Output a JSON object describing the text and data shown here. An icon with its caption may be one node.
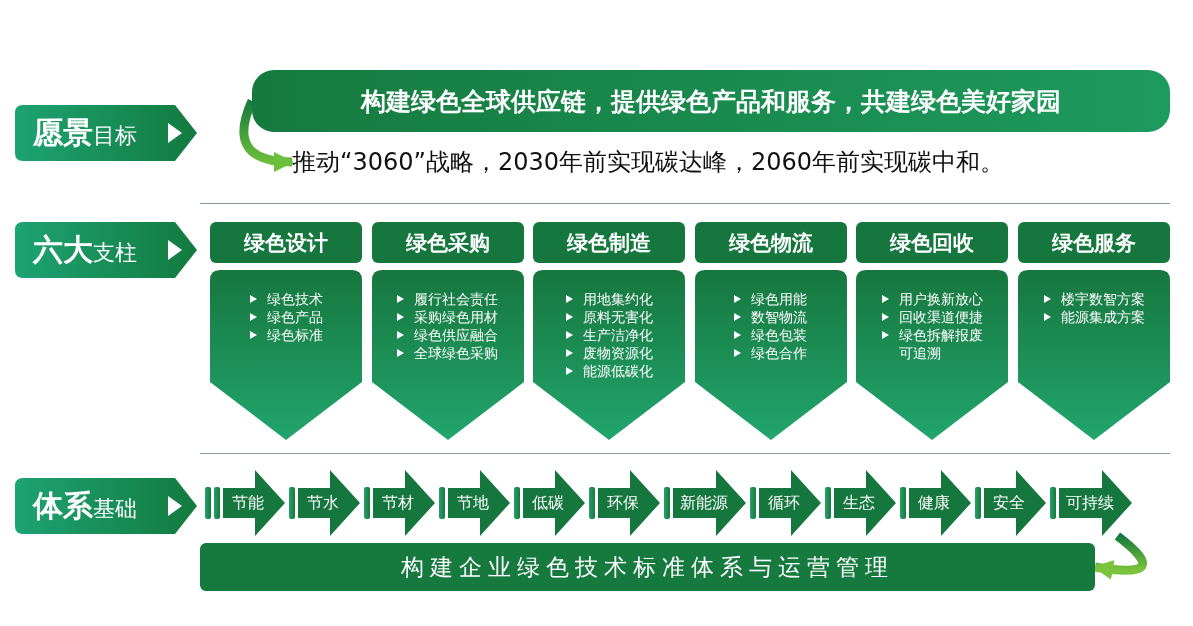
{
  "diagram": {
    "nodes": [
      {
        "text": [
          "**愿景**目标"
        ]
      },
      {
        "text": [
          "构建绿色全球供应链，提供绿色产品和服务，共建绿色美好家园"
        ]
      },
      {
        "text": [
          "推动“3060”战略，2030年前实现碳达峰，2060年前实现碳中和。"
        ]
      },
      {
        "text": [
          "**六大**支柱"
        ]
      },
      {
        "text": [
          "绿色设计"
        ]
      },
      {
        "text": [
          "绿色采购"
        ]
      },
      {
        "text": [
          "绿色制造"
        ]
      },
      {
        "text": [
          "绿色物流"
        ]
      },
      {
        "text": [
          "绿色回收"
        ]
      },
      {
        "text": [
          "绿色服务"
        ]
      },
      {
        "text": [
          "绿色技术",
          "绿色产品",
          "绿色标准"
        ]
      },
      {
        "text": [
          "履行社会责任",
          "采购绿色用材",
          "绿色供应融合",
          "全球绿色采购"
        ]
      },
      {
        "text": [
          "用地集约化",
          "原料无害化",
          "生产洁净化",
          "废物资源化",
          "能源低碳化"
        ]
      },
      {
        "text": [
          "绿色用能",
          "数智物流",
          "绿色包装",
          "绿色合作"
        ]
      },
      {
        "text": [
          "用户换新放心",
          "回收渠道便捷",
          "绿色拆解报废可追溯"
        ]
      },
      {
        "text": [
          "楼宇数智方案",
          "能源集成方案"
        ]
      },
      {
        "text": [
          "**体系**基础"
        ]
      },
      {
        "text": [
          "节能"
        ]
      },
      {
        "text": [
          "节水"
        ]
      },
      {
        "text": [
          "节材"
        ]
      },
      {
        "text": [
          "节地"
        ]
      },
      {
        "text": [
          "低碳"
        ]
      },
      {
        "text": [
          "环保"
        ]
      },
      {
        "text": [
          "新能源"
        ]
      },
      {
        "text": [
          "循环"
        ]
      },
      {
        "text": [
          "生态"
        ]
      },
      {
        "text": [
          "健康"
        ]
      },
      {
        "text": [
          "安全"
        ]
      },
      {
        "text": [
          "可持续"
        ]
      },
      {
        "text": [
          "构建企业绿色技术标准体系与运营管理"
        ]
      }
    ],
    "edges": [
      {
        "from": 1,
        "to": 2,
        "arrow": "to"
      },
      {
        "from": 28,
        "to": 29,
        "arrow": "to"
      }
    ]
  }
}
